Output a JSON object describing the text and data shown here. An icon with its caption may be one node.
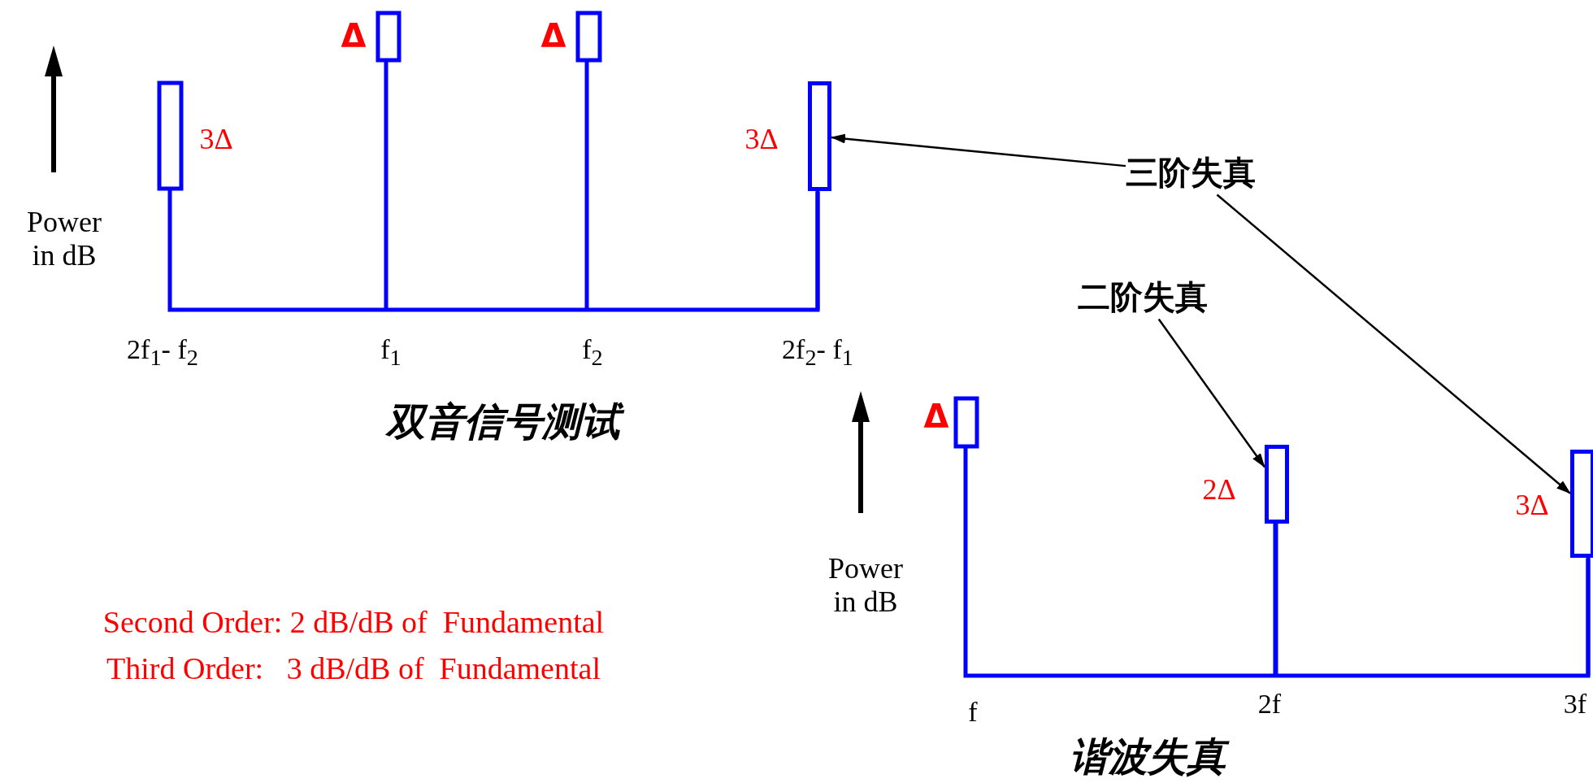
{
  "diagram": {
    "nodes": [
      {
        "text": [],
        "shape": "box"
      },
      {
        "text": [
          "三阶失真"
        ]
      },
      {
        "text": [
          "二阶失真"
        ]
      },
      {
        "text": [],
        "shape": "box"
      },
      {
        "text": [],
        "shape": "box"
      }
    ],
    "edges": [
      {
        "from": 1,
        "to": 0,
        "arrow": "to"
      },
      {
        "from": 1,
        "to": 4,
        "arrow": "to"
      },
      {
        "from": 2,
        "to": 3,
        "arrow": "to"
      }
    ],
    "labels": [
      "Δ",
      "Δ",
      "3Δ",
      "3Δ",
      "Power in dB",
      "2f$_{1}$- f$_{2}$",
      "f$_{1}$",
      "f$_{2}$",
      "2f$_{2}$- f$_{1}$",
      "双音信号测试",
      "Δ",
      "2Δ",
      "3Δ",
      "Power in dB",
      "Second Order: 2 dB/dB of  Fundamental",
      "Third Order:   3 dB/dB of  Fundamental",
      "f",
      "2f",
      "3f",
      "谐波失真"
    ]
  }
}
